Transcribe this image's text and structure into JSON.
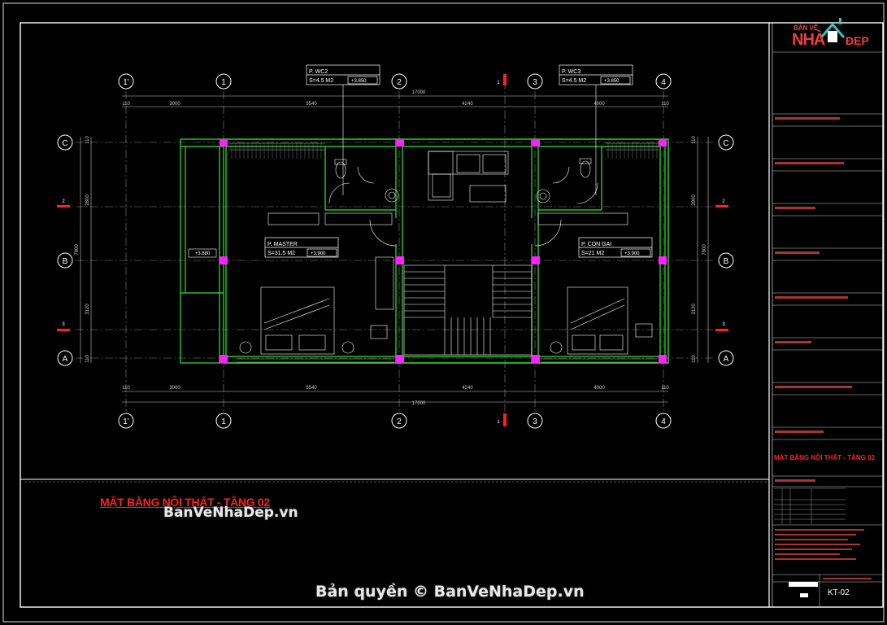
{
  "plan": {
    "title": "MẶT BẰNG NỘI THẤT - TẦNG 02",
    "grid_columns": [
      "1'",
      "1",
      "2",
      "3",
      "4"
    ],
    "grid_rows": [
      "C",
      "B",
      "A"
    ],
    "section_marks": [
      "1",
      "2",
      "3"
    ],
    "top_dims": [
      "110",
      "3000",
      "5540",
      "4240",
      "4000",
      "110"
    ],
    "bottom_dims": [
      "110",
      "3000",
      "5540",
      "4240",
      "4000",
      "110"
    ],
    "overall_dim": "17000",
    "left_dims": [
      "110",
      "2800",
      "7800",
      "3120",
      "110"
    ],
    "right_dims": [
      "110",
      "2800",
      "7800",
      "3120",
      "110"
    ]
  },
  "rooms": {
    "wc2": {
      "name": "P. WC2",
      "area": "S=4.5 M2",
      "level": "+3.850"
    },
    "wc3": {
      "name": "P. WC3",
      "area": "S=4.5 M2",
      "level": "+3.850"
    },
    "master": {
      "name": "P. MASTER",
      "area": "S=31.5 M2",
      "level": "+3.900"
    },
    "con_gai": {
      "name": "P. CON GAI",
      "area": "S=21 M2",
      "level": "+3.900"
    },
    "balcony_level": "+3.880"
  },
  "title_block": {
    "logo_top": "BẢN VẼ",
    "logo_main": "NHÀ",
    "logo_sub": "ĐẸP",
    "drawing_title": "MẶT BẰNG NỘI THẤT - TẦNG 02",
    "sheet_no": "KT-02"
  },
  "watermarks": {
    "center": "BanVeNhaDep.vn",
    "bottom": "Bản quyền © BanVeNhaDep.vn"
  }
}
